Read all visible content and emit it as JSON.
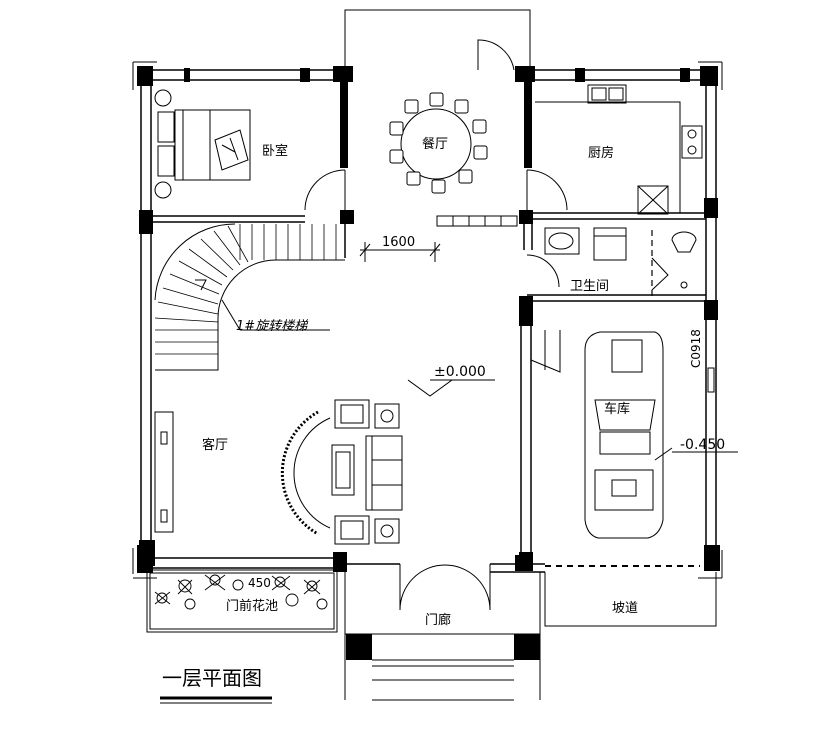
{
  "title": "一层平面图",
  "rooms": {
    "bedroom": "卧室",
    "dining": "餐厅",
    "kitchen": "厨房",
    "bathroom": "卫生间",
    "living": "客厅",
    "garage": "车库",
    "porch": "门廊",
    "ramp": "坡道",
    "planter": "门前花池"
  },
  "annotations": {
    "dimension": "1600",
    "stair": "1#旋转楼梯",
    "elevation_main": "±0.000",
    "elevation_garage": "-0.450",
    "window_code": "C0918",
    "planter_number": "450"
  }
}
